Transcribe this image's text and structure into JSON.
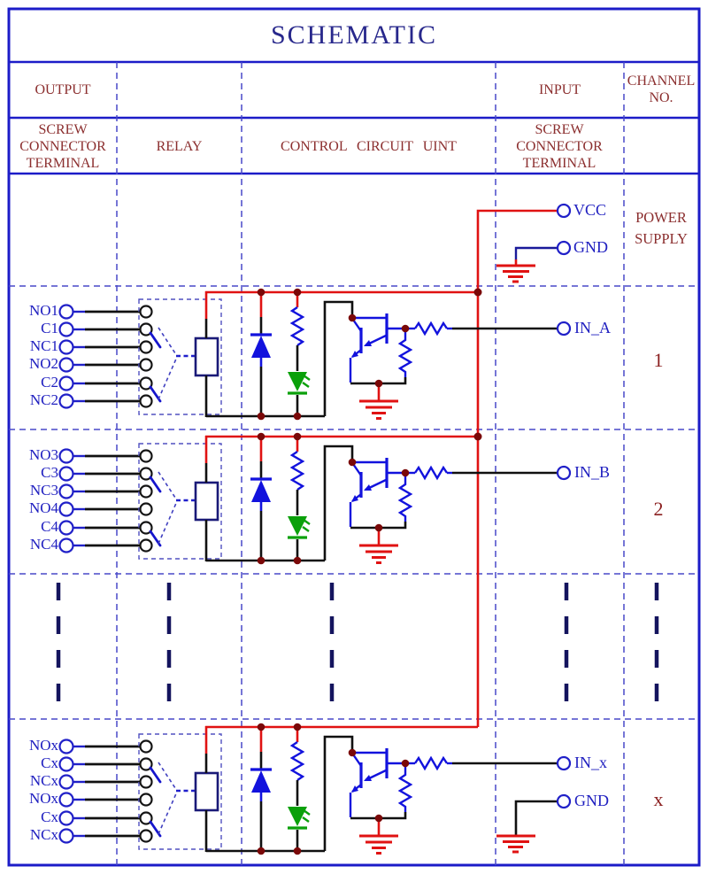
{
  "title": "SCHEMATIC",
  "columns": {
    "output": "OUTPUT",
    "screw_left": "SCREW CONNECTOR TERMINAL",
    "relay": "RELAY",
    "control": "CONTROL CIRCUIT UINT",
    "screw_right": "SCREW CONNECTOR TERMINAL",
    "input": "INPUT",
    "channel_no": "CHANNEL NO."
  },
  "power": {
    "label": "POWER SUPPLY",
    "vcc": "VCC",
    "gnd": "GND"
  },
  "channels": [
    {
      "number": "1",
      "input": "IN_A",
      "terminals": [
        "NO1",
        "C1",
        "NC1",
        "NO2",
        "C2",
        "NC2"
      ]
    },
    {
      "number": "2",
      "input": "IN_B",
      "terminals": [
        "NO3",
        "C3",
        "NC3",
        "NO4",
        "C4",
        "NC4"
      ]
    },
    {
      "number": "x",
      "input": "IN_x",
      "gnd": "GND",
      "terminals": [
        "NOx",
        "Cx",
        "NCx",
        "NOx",
        "Cx",
        "NCx"
      ]
    }
  ],
  "colors": {
    "border_blue": "#1c1cc8",
    "dashed_blue": "#4848c8",
    "label_blue": "#2020c0",
    "header_maroon": "#8b2e2e",
    "wire_black": "#101010",
    "wire_red": "#e01212",
    "junction_dot": "#7a0808",
    "component_blue": "#1212dd",
    "coil_navy": "#1a1a78",
    "led_green": "#0aa00a"
  }
}
